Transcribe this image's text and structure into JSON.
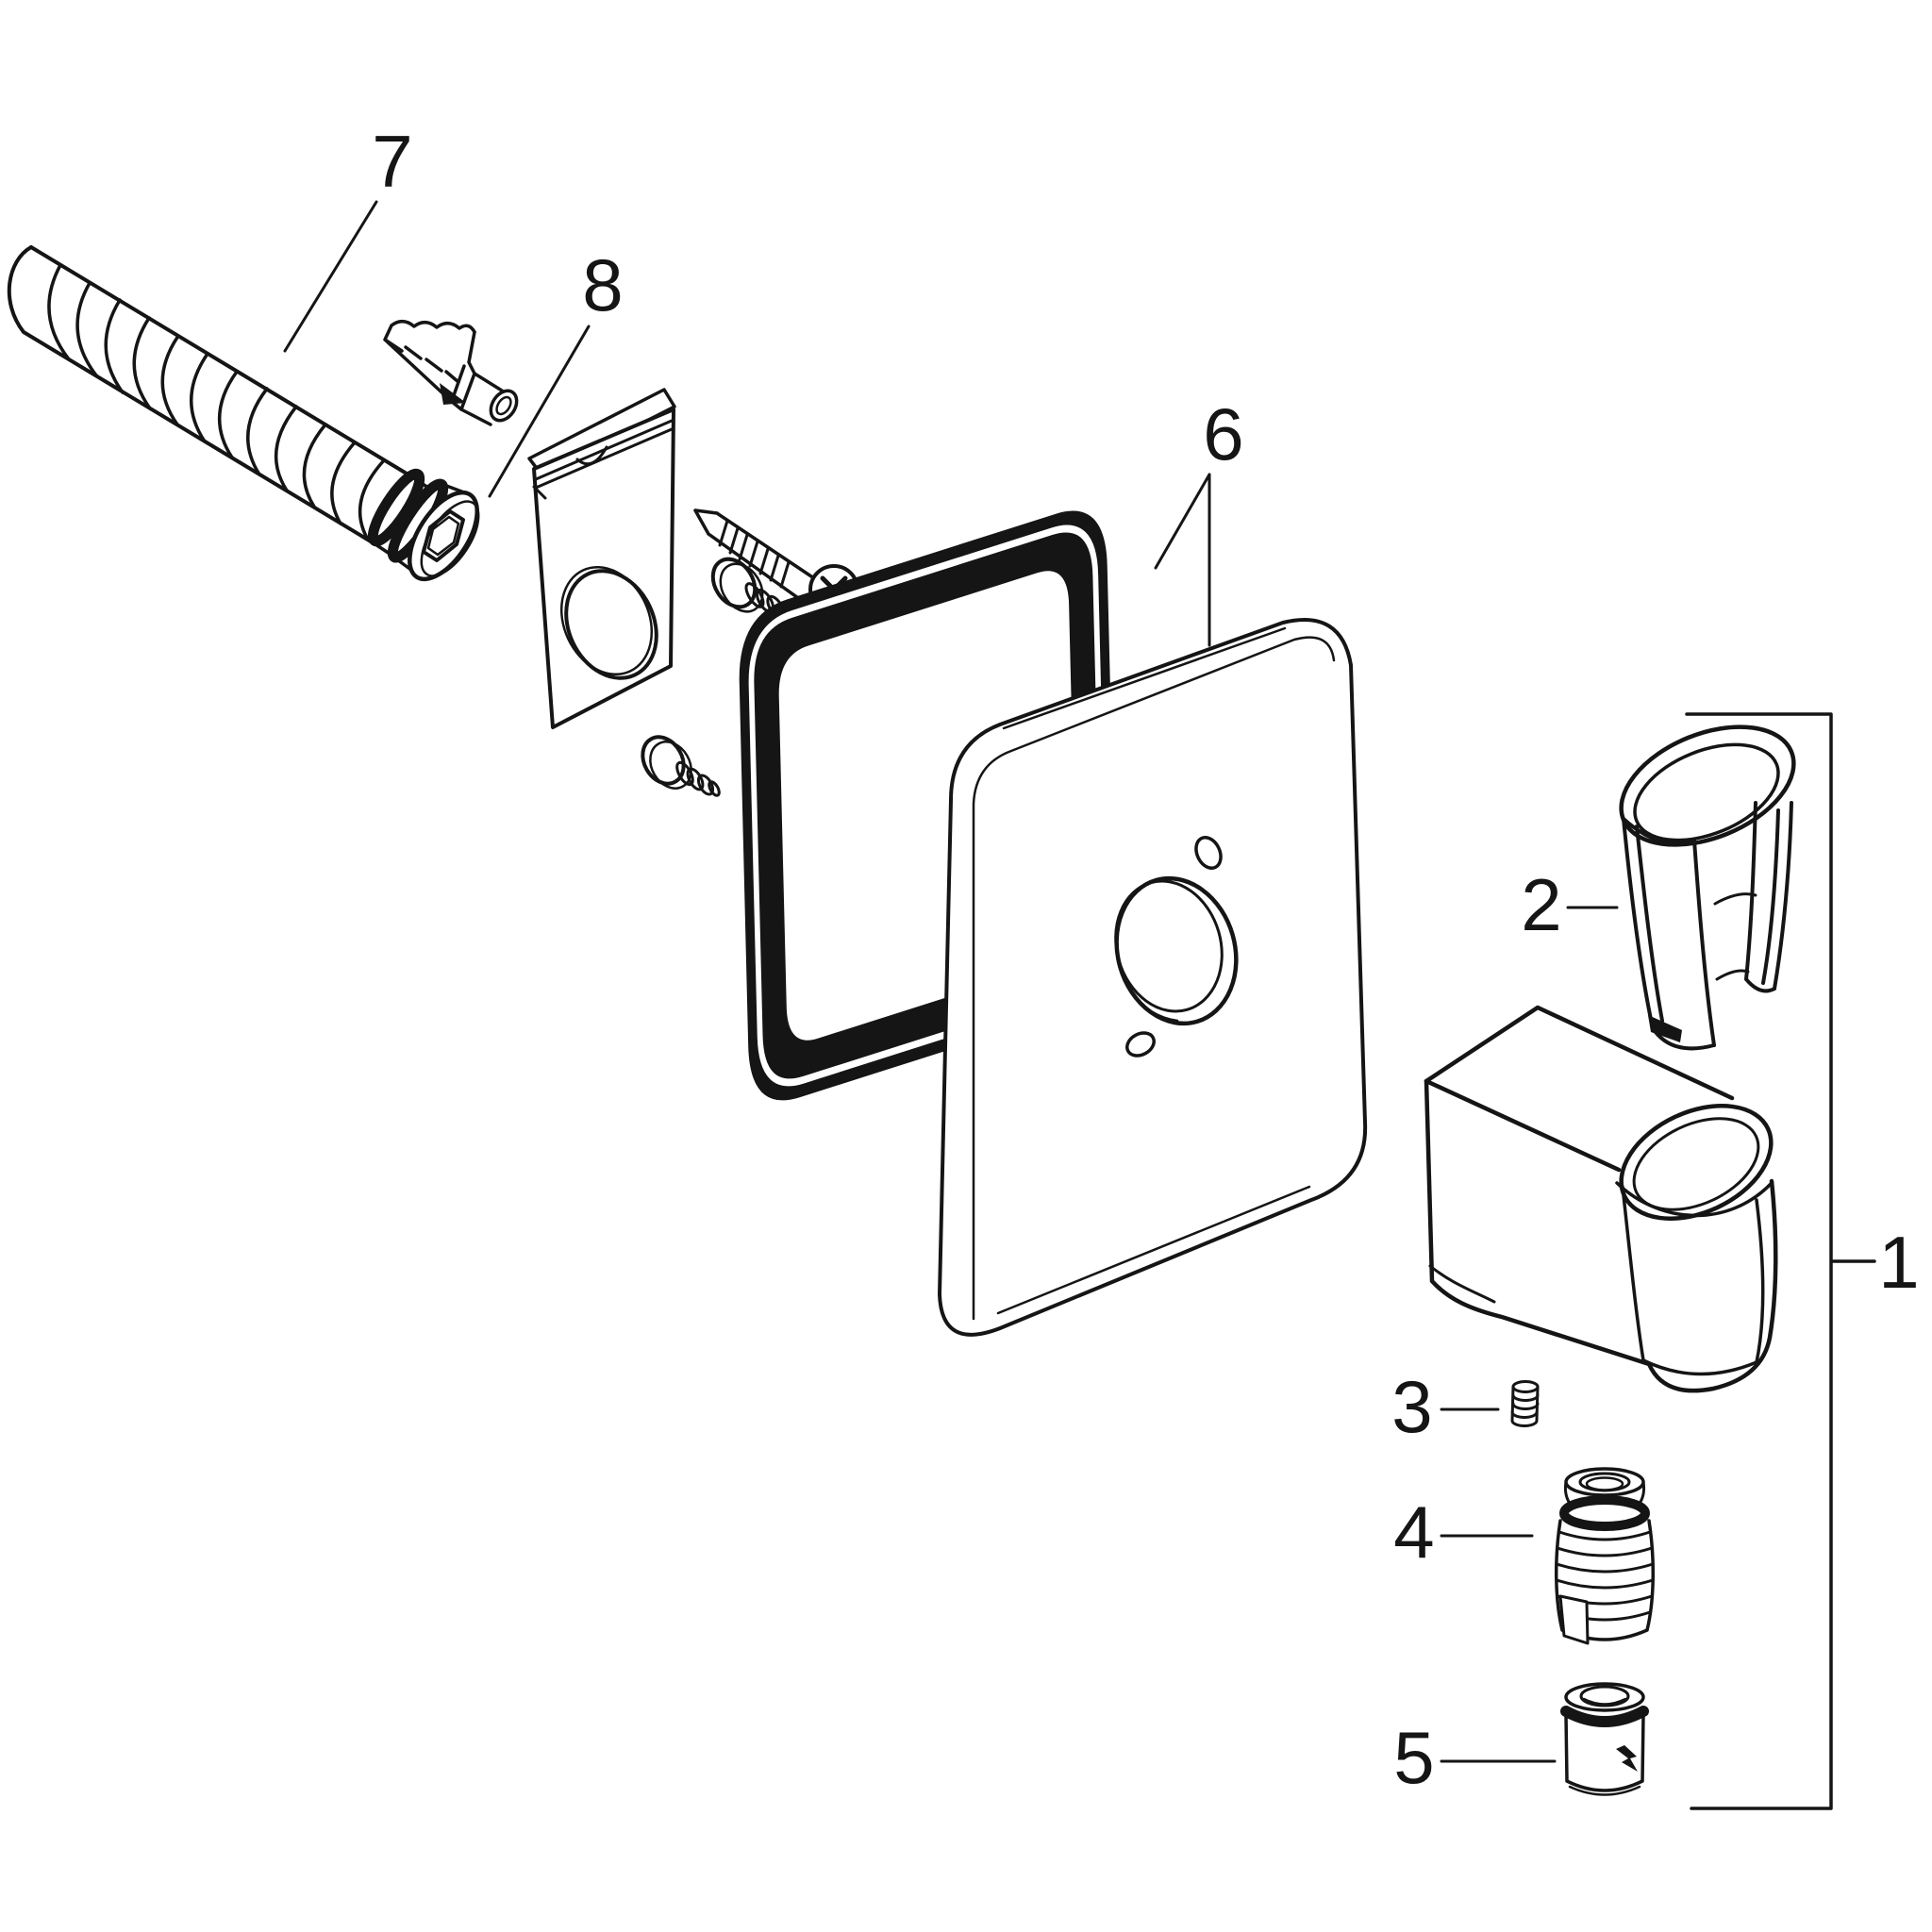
{
  "diagram": {
    "background_color": "#ffffff",
    "line_color": "#151515",
    "labels": {
      "n1": "1",
      "n2": "2",
      "n3": "3",
      "n4": "4",
      "n5": "5",
      "n6": "6",
      "n7": "7",
      "n8": "8"
    }
  }
}
